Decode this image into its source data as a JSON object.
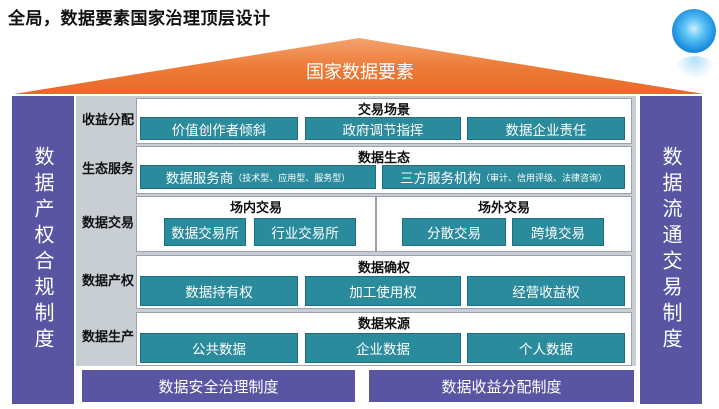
{
  "page_title": "全局，数据要素国家治理顶层设计",
  "roof_title": "国家数据要素",
  "left_pillar": "数据产权合规制度",
  "right_pillar": "数据流通交易制度",
  "layers": [
    {
      "label": "收益分配",
      "title": "交易场景",
      "items": [
        "价值创作者倾斜",
        "政府调节指挥",
        "数据企业责任"
      ]
    },
    {
      "label": "生态服务",
      "title": "数据生态",
      "items": [
        {
          "main": "数据服务商",
          "note": "（技术型、应用型、服务型）"
        },
        {
          "main": "三方服务机构",
          "note": "（审计、信用评级、法律咨询）"
        }
      ]
    },
    {
      "label": "数据交易",
      "left": {
        "title": "场内交易",
        "items": [
          "数据交易所",
          "行业交易所"
        ]
      },
      "right": {
        "title": "场外交易",
        "items": [
          "分散交易",
          "跨境交易"
        ]
      }
    },
    {
      "label": "数据产权",
      "title": "数据确权",
      "items": [
        "数据持有权",
        "加工使用权",
        "经营收益权"
      ]
    },
    {
      "label": "数据生产",
      "title": "数据来源",
      "items": [
        "公共数据",
        "企业数据",
        "个人数据"
      ]
    }
  ],
  "bottom_bars": [
    "数据安全治理制度",
    "数据收益分配制度"
  ],
  "colors": {
    "roof": "#ec7530",
    "pillar": "#5a55a2",
    "teal_box": "#2a8b9c",
    "inner_background": "#c9ced4"
  },
  "icons": [
    "globe-icon"
  ]
}
